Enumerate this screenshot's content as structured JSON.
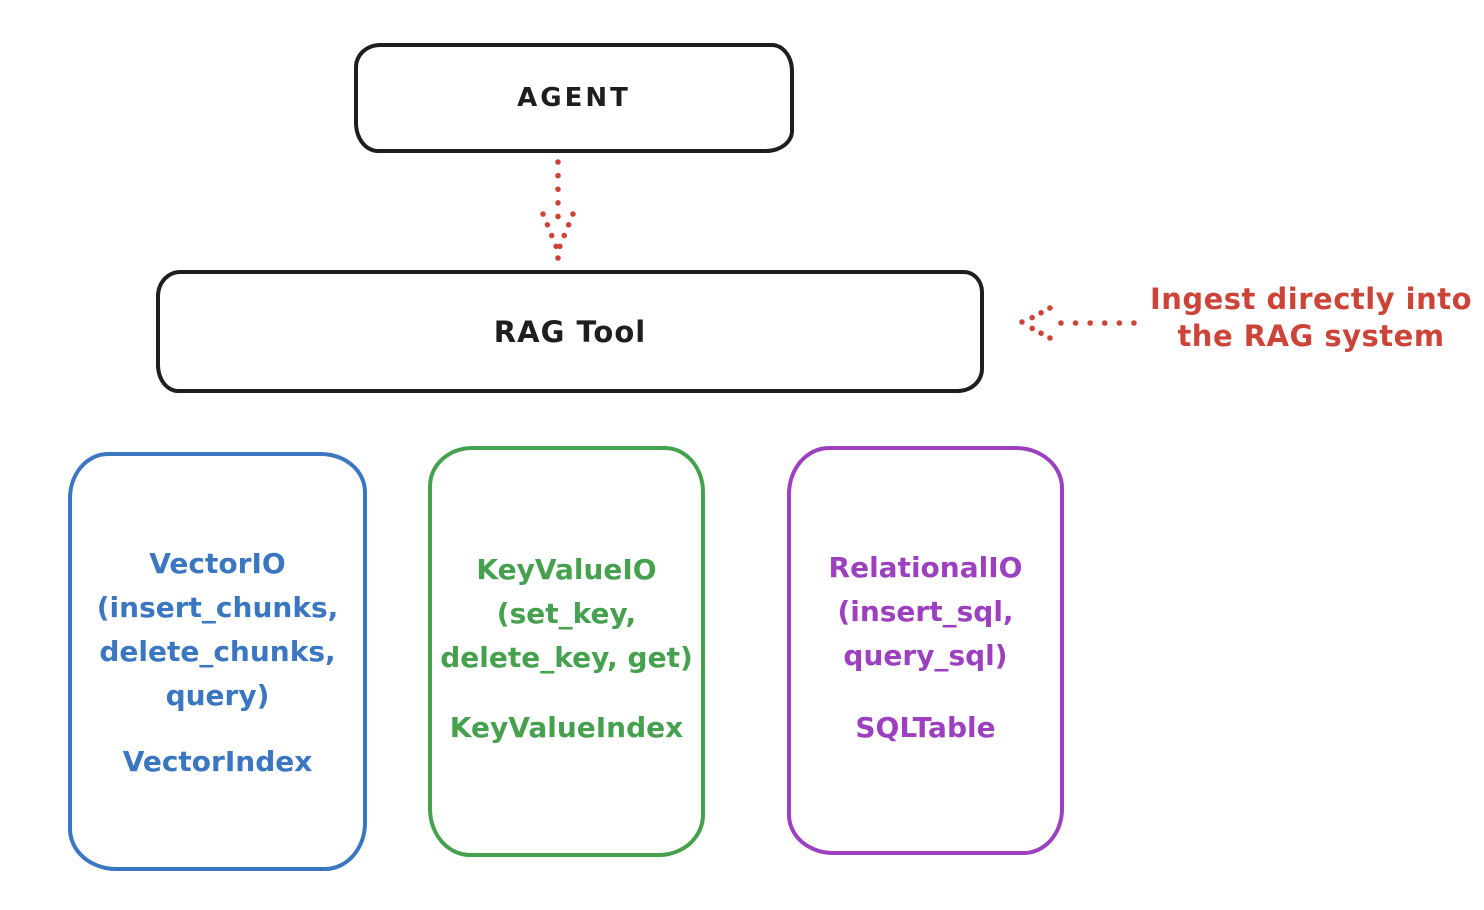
{
  "nodes": {
    "agent": {
      "label": "AGENT"
    },
    "rag_tool": {
      "label": "RAG Tool"
    }
  },
  "annotation": {
    "line1": "Ingest directly into",
    "line2": "the RAG system"
  },
  "io_boxes": [
    {
      "name": "vector-io",
      "lines": [
        "VectorIO",
        "(insert_chunks,",
        "delete_chunks,",
        "query)"
      ],
      "index_label": "VectorIndex"
    },
    {
      "name": "keyvalue-io",
      "lines": [
        "KeyValueIO",
        "(set_key,",
        "delete_key, get)"
      ],
      "index_label": "KeyValueIndex"
    },
    {
      "name": "relational-io",
      "lines": [
        "RelationalIO",
        "(insert_sql,",
        "query_sql)"
      ],
      "index_label": "SQLTable"
    }
  ],
  "colors": {
    "stroke": "#1e1e1e",
    "red": "#cb4437",
    "blue": "#3b76c0",
    "green": "#45a14d",
    "purple": "#9c40c0"
  }
}
